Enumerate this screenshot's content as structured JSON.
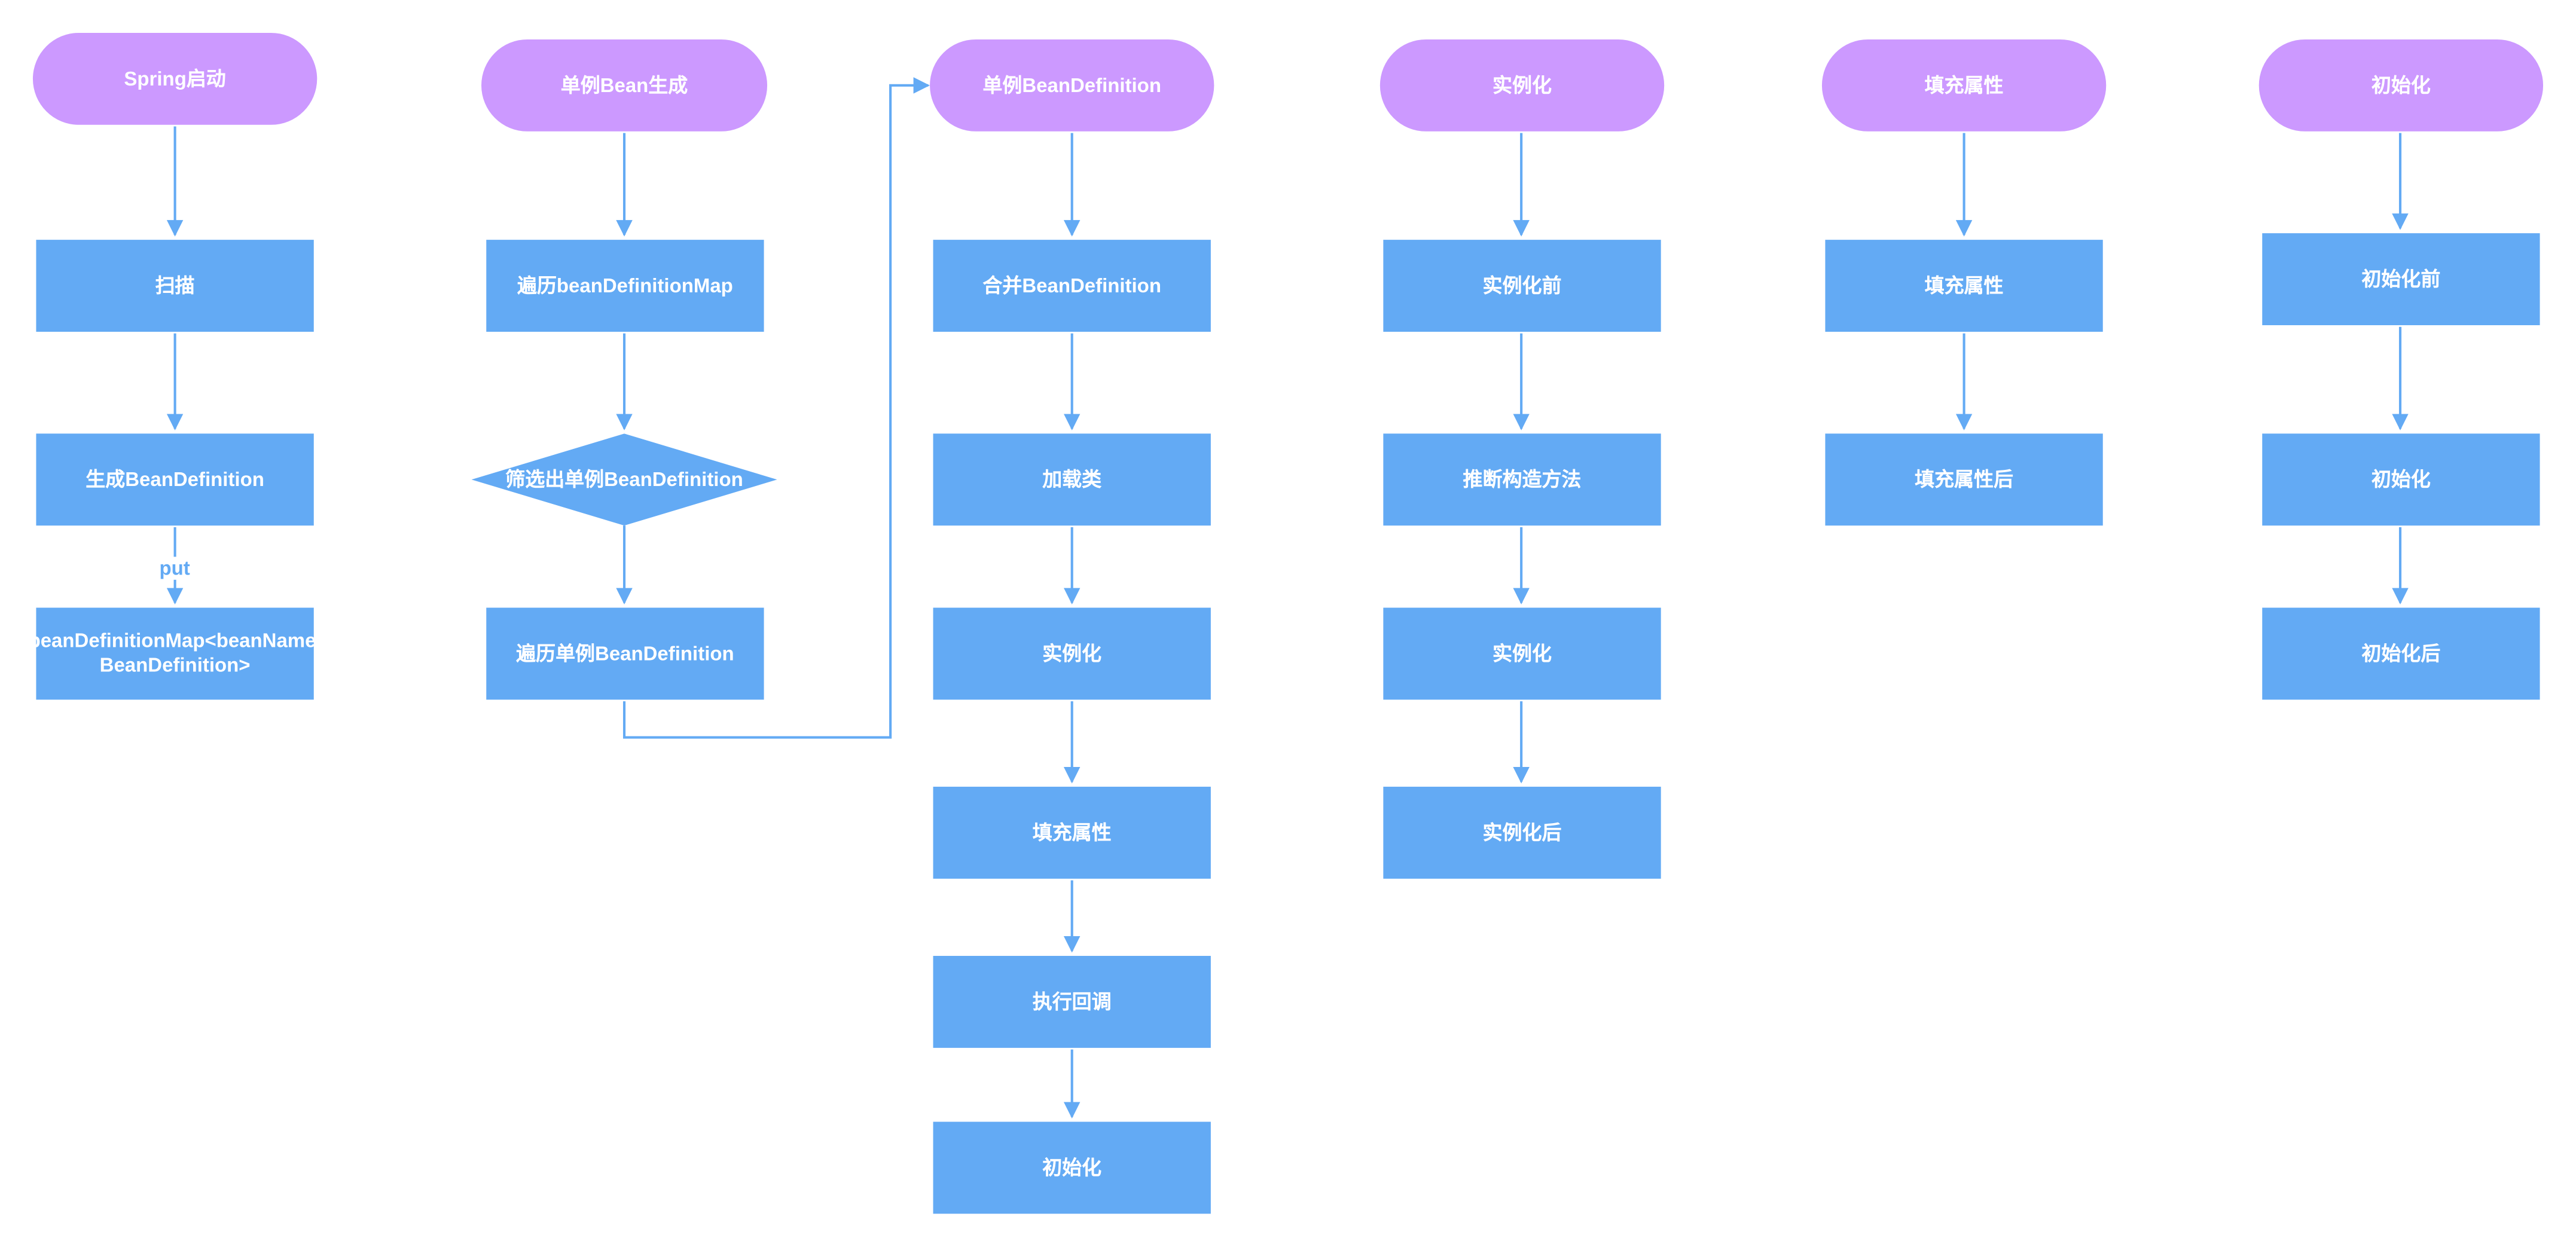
{
  "colors": {
    "terminal": "#cc99ff",
    "process": "#63aaf4",
    "edge": "#63aaf4",
    "text": "#ffffff"
  },
  "columns": {
    "spring_startup": {
      "start": "Spring启动",
      "scan": "扫描",
      "generate_bd": "生成BeanDefinition",
      "put_label": "put",
      "bd_map": "beanDefinitionMap<beanName, BeanDefinition>"
    },
    "singleton_creation": {
      "start": "单例Bean生成",
      "iterate_map": "遍历beanDefinitionMap",
      "filter_singleton": "筛选出单例BeanDefinition",
      "iterate_singleton": "遍历单例BeanDefinition"
    },
    "singleton_bd": {
      "start": "单例BeanDefinition",
      "merge_bd": "合并BeanDefinition",
      "load_class": "加载类",
      "instantiate": "实例化",
      "populate": "填充属性",
      "callbacks": "执行回调",
      "initialize": "初始化"
    },
    "instantiation": {
      "start": "实例化",
      "before": "实例化前",
      "infer_constructor": "推断构造方法",
      "instantiate": "实例化",
      "after": "实例化后"
    },
    "population": {
      "start": "填充属性",
      "populate": "填充属性",
      "after": "填充属性后"
    },
    "initialization": {
      "start": "初始化",
      "before": "初始化前",
      "initialize": "初始化",
      "after": "初始化后"
    }
  }
}
